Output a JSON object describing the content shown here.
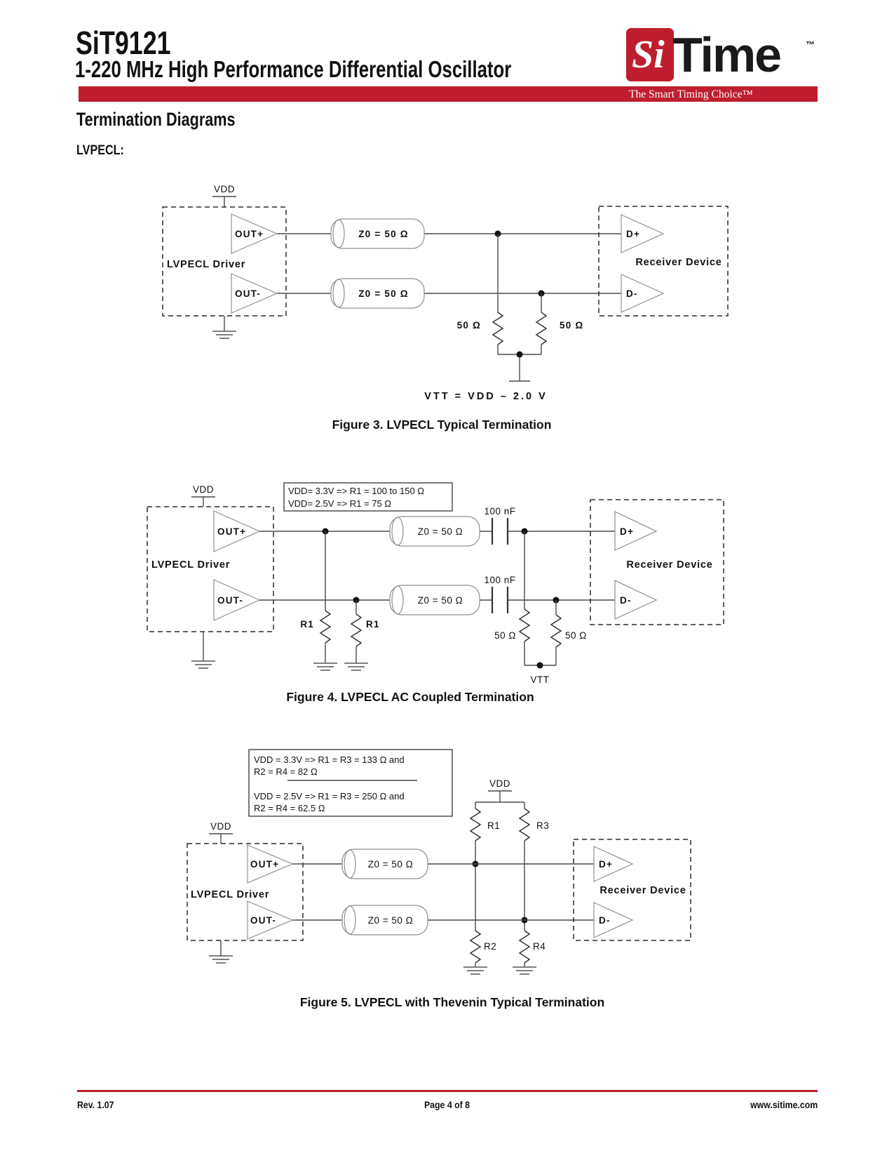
{
  "accent_color": "#BE1E2D",
  "header": {
    "part_number": "SiT9121",
    "subtitle": "1-220 MHz High Performance Differential Oscillator",
    "logo": {
      "si": "Si",
      "time": "Time",
      "tm": "™"
    },
    "tagline": "The Smart Timing Choice™"
  },
  "section": {
    "heading": "Termination Diagrams",
    "subheading": "LVPECL:"
  },
  "figure3": {
    "caption": "Figure 3. LVPECL Typical Termination",
    "vdd": "VDD",
    "driver": "LVPECL Driver",
    "out_pos": "OUT+",
    "out_neg": "OUT-",
    "z0_top": "Z0 = 50 Ω",
    "z0_bot": "Z0 = 50 Ω",
    "r_left": "50 Ω",
    "r_right": "50 Ω",
    "vtt": "VTT = VDD – 2.0  V",
    "d_pos": "D+",
    "d_neg": "D-",
    "receiver": "Receiver Device"
  },
  "figure4": {
    "caption": "Figure 4. LVPECL AC Coupled Termination",
    "note_line1": "VDD= 3.3V => R1 = 100 to 150  Ω",
    "note_line2": "VDD= 2.5V => R1 = 75 Ω",
    "vdd": "VDD",
    "driver": "LVPECL Driver",
    "out_pos": "OUT+",
    "out_neg": "OUT-",
    "r1_left": "R1",
    "r1_right": "R1",
    "z0_top": "Z0 = 50 Ω",
    "z0_bot": "Z0 = 50 Ω",
    "cap_top": "100 nF",
    "cap_bot": "100 nF",
    "r_left": "50 Ω",
    "r_right": "50 Ω",
    "vtt": "VTT",
    "d_pos": "D+",
    "d_neg": "D-",
    "receiver": "Receiver Device"
  },
  "figure5": {
    "caption": "Figure 5. LVPECL with Thevenin Typical Termination",
    "note_line1": "VDD = 3.3V => R1 = R3 = 133 Ω and",
    "note_line2": "R2 = R4 = 82 Ω",
    "note_line3": "VDD = 2.5V => R1 = R3 = 250 Ω and",
    "note_line4": "R2 = R4 = 62.5 Ω",
    "vdd_term": "VDD",
    "vdd_drv": "VDD",
    "driver": "LVPECL Driver",
    "out_pos": "OUT+",
    "out_neg": "OUT-",
    "r1": "R1",
    "r2": "R2",
    "r3": "R3",
    "r4": "R4",
    "z0_top": "Z0 = 50 Ω",
    "z0_bot": "Z0 = 50 Ω",
    "d_pos": "D+",
    "d_neg": "D-",
    "receiver": "Receiver Device"
  },
  "footer": {
    "revision": "Rev. 1.07",
    "page": "Page 4 of 8",
    "website": "www.sitime.com"
  }
}
